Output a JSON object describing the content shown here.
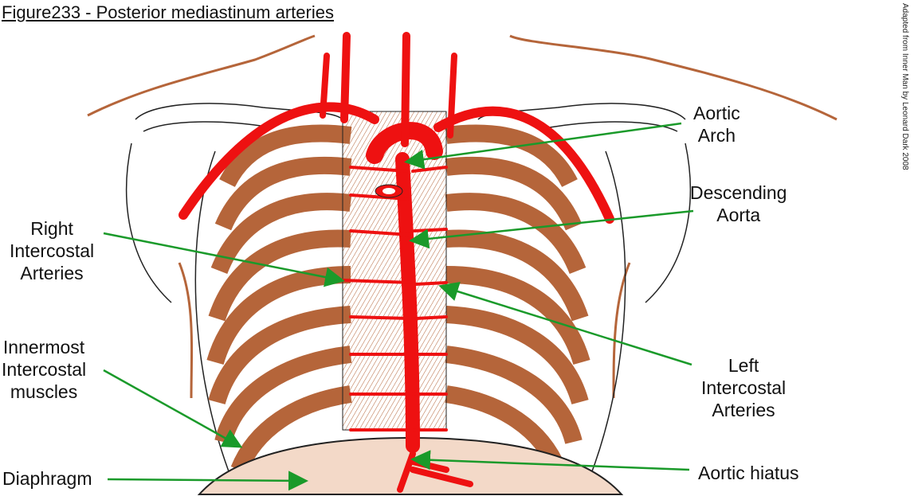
{
  "title": "Figure233 - Posterior mediastinum arteries",
  "credit": "Adapted from Inner Man by Leonard Dark 2008",
  "labels": {
    "aortic_arch": [
      "Aortic",
      "Arch"
    ],
    "descending_aorta": [
      "Descending",
      "Aorta"
    ],
    "right_intercostal": [
      "Right",
      "Intercostal",
      "Arteries"
    ],
    "left_intercostal": [
      "Left",
      "Intercostal",
      "Arteries"
    ],
    "innermost_intercostal": [
      "Innermost",
      "Intercostal",
      "muscles"
    ],
    "diaphragm": "Diaphragm",
    "aortic_hiatus": "Aortic hiatus"
  },
  "colors": {
    "artery": "#ee1111",
    "muscle": "#b5653a",
    "arrow": "#1a9a2a",
    "outline": "#222222"
  }
}
